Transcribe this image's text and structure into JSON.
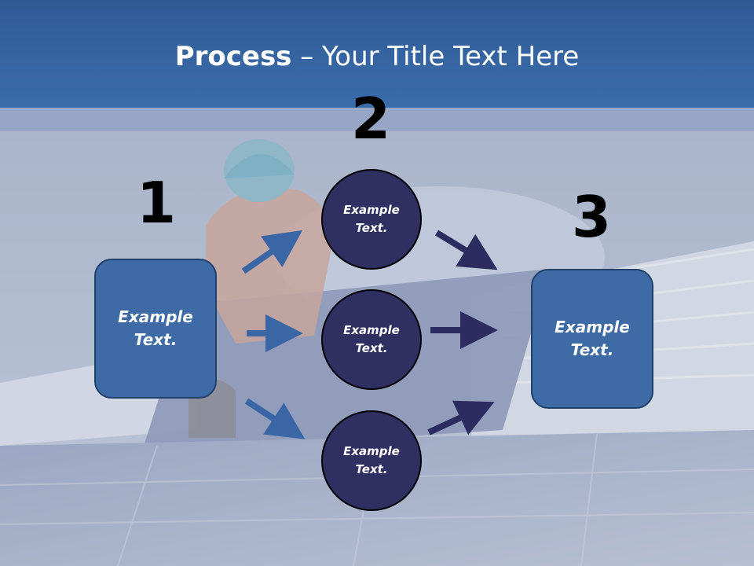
{
  "slide": {
    "title_bold": "Process",
    "title_rest": " – Your Title Text Here"
  },
  "steps": {
    "step1_number": "1",
    "step2_number": "2",
    "step3_number": "3"
  },
  "step1": {
    "text": "Example Text."
  },
  "step2": {
    "circle_top": "Example Text.",
    "circle_middle": "Example Text.",
    "circle_bottom": "Example Text."
  },
  "step3": {
    "text": "Example Text."
  },
  "colors": {
    "header": "#3a6cab",
    "box_fill": "#3e6aa6",
    "circle_fill": "#2f2f62",
    "arrow_blue": "#3a66a6",
    "arrow_navy": "#2c2c60"
  }
}
